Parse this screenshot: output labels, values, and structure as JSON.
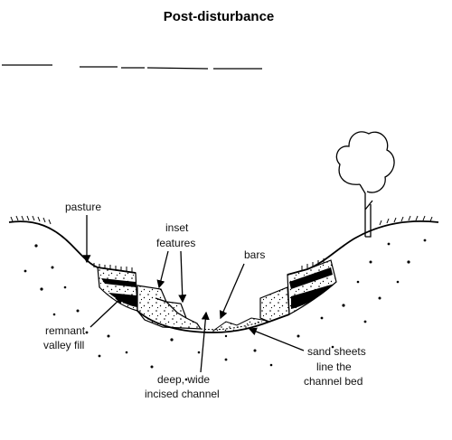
{
  "title": "Post-disturbance",
  "labels": {
    "pasture": "pasture",
    "inset_1": "inset",
    "inset_2": "features",
    "bars": "bars",
    "remnant_1": "remnant",
    "remnant_2": "valley fill",
    "deep_1": "deep, wide",
    "deep_2": "incised channel",
    "sand_1": "sand sheets",
    "sand_2": "line the",
    "sand_3": "channel bed"
  }
}
